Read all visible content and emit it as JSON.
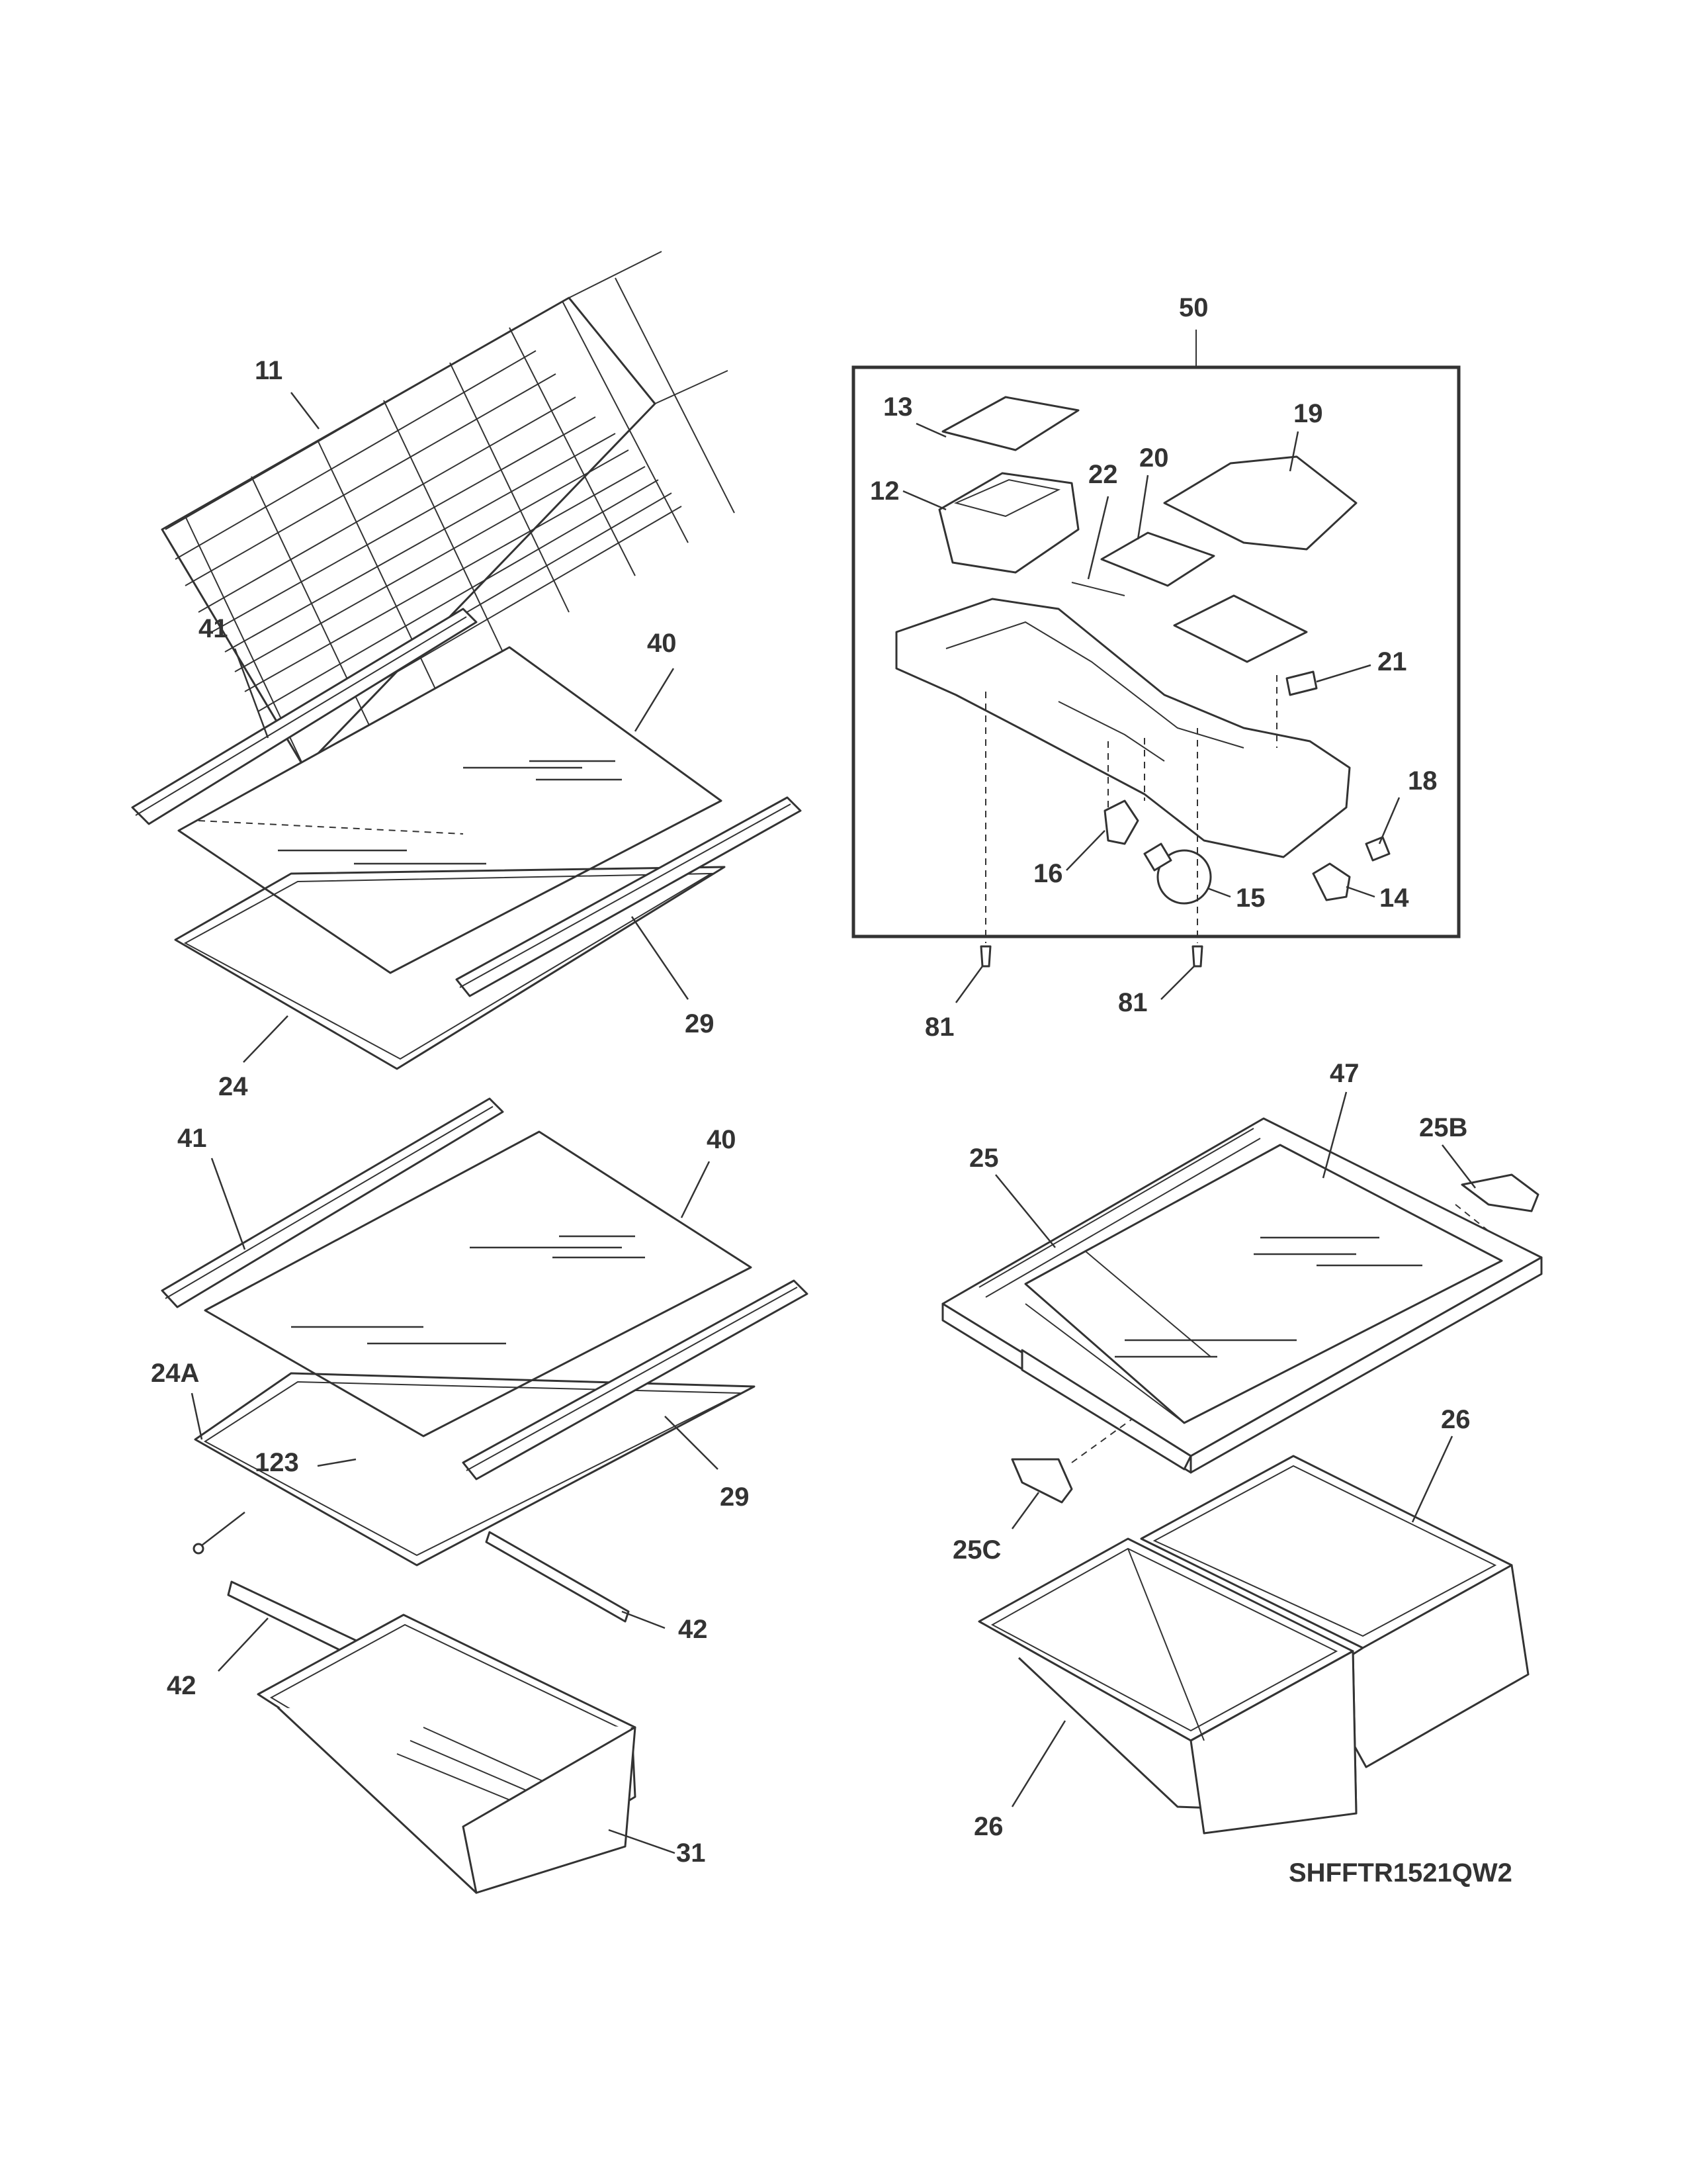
{
  "diagram": {
    "drawing_code": "SHFFTR1521QW2",
    "callouts": {
      "c11": "11",
      "c41a": "41",
      "c40a": "40",
      "c29a": "29",
      "c24": "24",
      "c41b": "41",
      "c40b": "40",
      "c24A": "24A",
      "c123": "123",
      "c29b": "29",
      "c42a": "42",
      "c42b": "42",
      "c31": "31",
      "c50": "50",
      "c13": "13",
      "c12": "12",
      "c22": "22",
      "c20": "20",
      "c19": "19",
      "c21": "21",
      "c18": "18",
      "c16": "16",
      "c15": "15",
      "c14": "14",
      "c81a": "81",
      "c81b": "81",
      "c47": "47",
      "c25": "25",
      "c25B": "25B",
      "c25C": "25C",
      "c26a": "26",
      "c26b": "26"
    }
  }
}
